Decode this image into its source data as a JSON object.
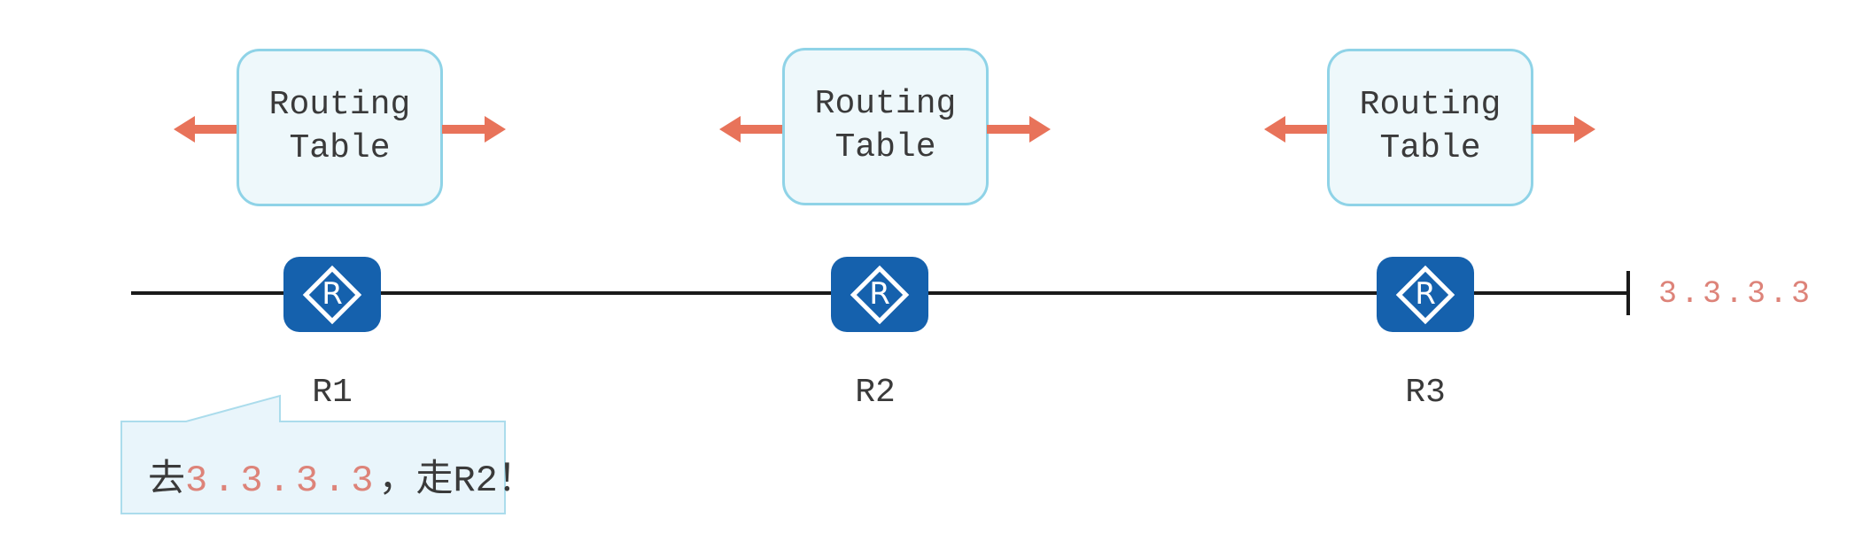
{
  "colors": {
    "arrow": "#e8735a",
    "router_blue": "#1561ad",
    "box_border": "#8fd3e7",
    "box_fill": "#eef8fb",
    "bubble_border": "#abdcec",
    "bubble_fill": "#e9f5fb",
    "text_dark": "#3a3a3a",
    "ip_salmon": "#dd8379",
    "line_color": "#1a1a1a"
  },
  "routing_table": {
    "line1": "Routing",
    "line2": "Table"
  },
  "router_icon_glyph": "R",
  "routers": [
    {
      "label": "R1"
    },
    {
      "label": "R2"
    },
    {
      "label": "R3"
    }
  ],
  "destination": {
    "label": "3.3.3.3"
  },
  "bubble": {
    "prefix": "去",
    "ip": "3.3.3.3",
    "suffix": "，走R2！"
  }
}
